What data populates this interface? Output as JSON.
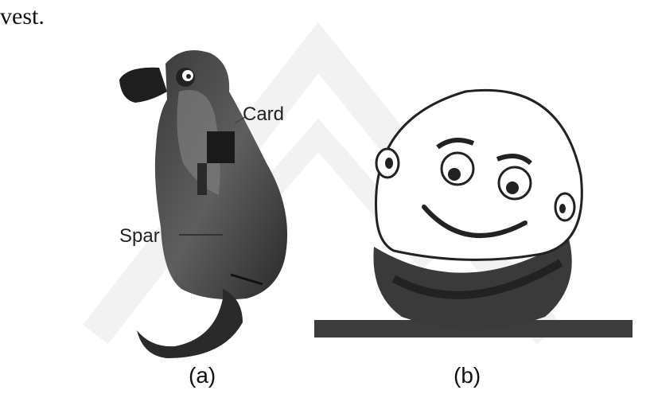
{
  "text_fragment": "vest.",
  "figure_a": {
    "labels": {
      "card": "Card",
      "spar": "Spar"
    },
    "caption": "(a)"
  },
  "figure_b": {
    "caption": "(b)"
  },
  "colors": {
    "dark": "#1c1c1c",
    "mid_gray": "#5a5a5a",
    "light_gray": "#b8b8b8",
    "watermark": "#f1f1f1"
  }
}
